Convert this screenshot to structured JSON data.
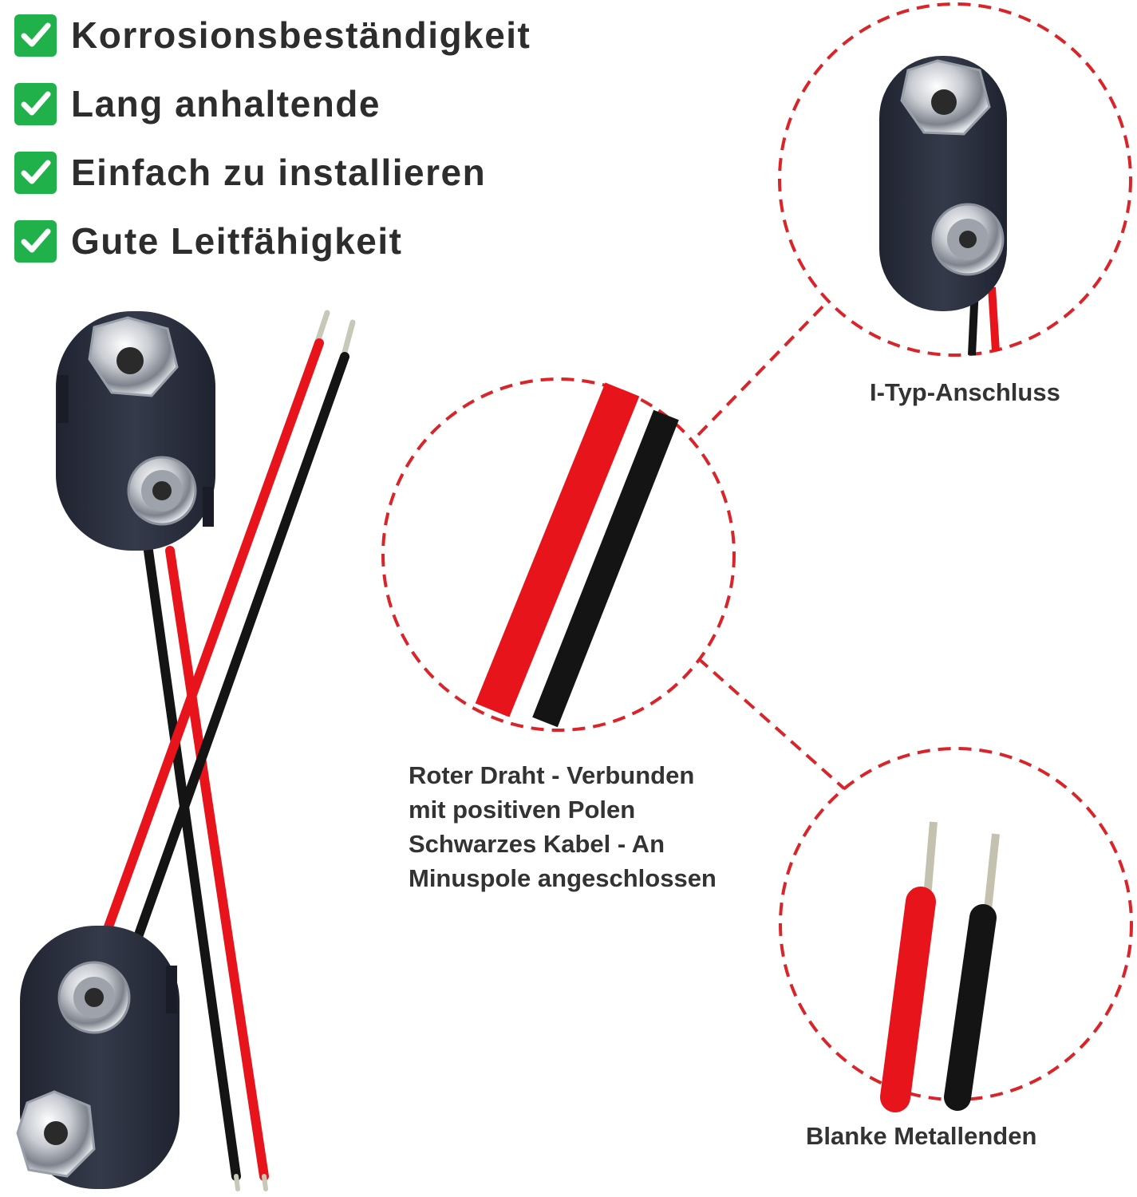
{
  "features": [
    {
      "label": "Korrosionsbeständigkeit",
      "icon": "check-icon"
    },
    {
      "label": "Lang anhaltende",
      "icon": "check-icon"
    },
    {
      "label": "Einfach zu installieren",
      "icon": "check-icon"
    },
    {
      "label": "Gute Leitfähigkeit",
      "icon": "check-icon"
    }
  ],
  "callouts": {
    "connector_label": "I-Typ-Anschluss",
    "wire_lines": [
      "Roter Draht - Verbunden",
      "mit positiven Polen",
      "Schwarzes Kabel - An",
      "Minuspole angeschlossen"
    ],
    "ends_label": "Blanke Metallenden"
  },
  "colors": {
    "check_green": "#21b14a",
    "dashed_red": "#d9252a",
    "wire_red": "#e8141c",
    "wire_black": "#141414",
    "housing": "#2b2f3d",
    "text": "#2d2d2d"
  }
}
